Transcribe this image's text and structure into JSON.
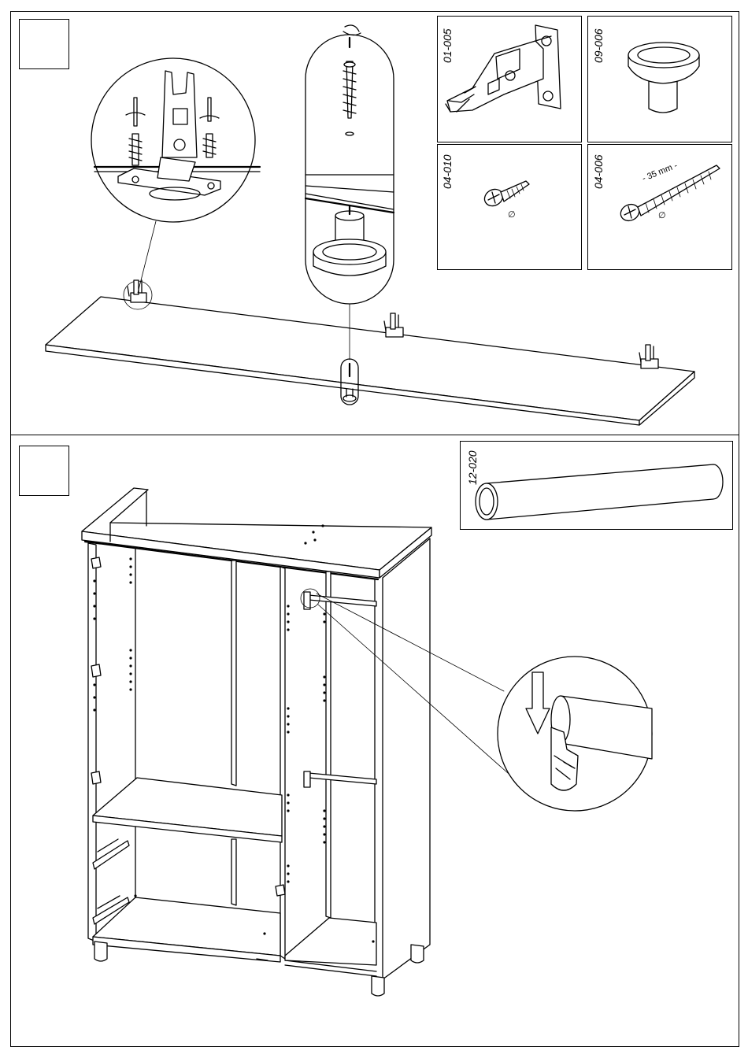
{
  "parts": {
    "hinge": {
      "code": "01-005",
      "icon": "hinge-icon"
    },
    "knob": {
      "code": "09-006",
      "icon": "knob-icon"
    },
    "short_screw": {
      "code": "04-010",
      "icon": "screw-icon",
      "diameter_symbol": "∅"
    },
    "long_screw": {
      "code": "04-006",
      "icon": "long-screw-icon",
      "length_label": "- 35 mm -",
      "diameter_symbol": "∅"
    },
    "hanging_rail": {
      "code": "12-020",
      "icon": "rail-icon"
    }
  },
  "steps": [
    {
      "number": "",
      "icon": "step-number-box"
    },
    {
      "number": "",
      "icon": "step-number-box"
    }
  ],
  "colors": {
    "line": "#000000",
    "background": "#ffffff"
  }
}
